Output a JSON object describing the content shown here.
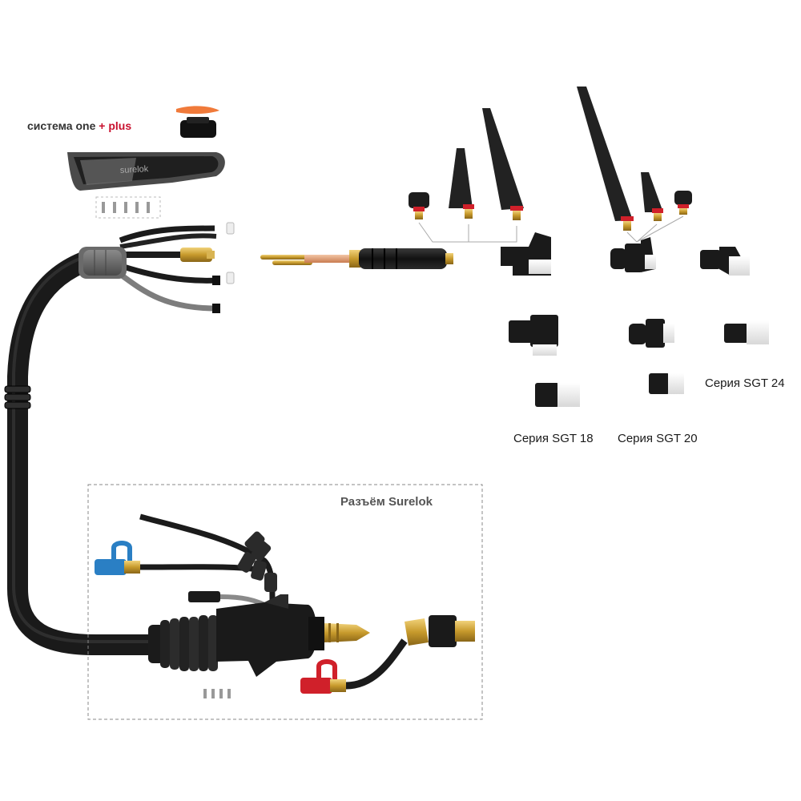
{
  "labels": {
    "system": "система one",
    "system_plus": "+ plus",
    "surelok": "Разъём Surelok",
    "sgt18": "Серия SGT 18",
    "sgt20": "Серия SGT 20",
    "sgt24": "Серия SGT 24"
  },
  "colors": {
    "cable": "#1c1c1c",
    "brass": "#c9a23a",
    "red_cap": "#d0202a",
    "blue_cap": "#2a7fc4",
    "orange_clip": "#f07a3a"
  }
}
